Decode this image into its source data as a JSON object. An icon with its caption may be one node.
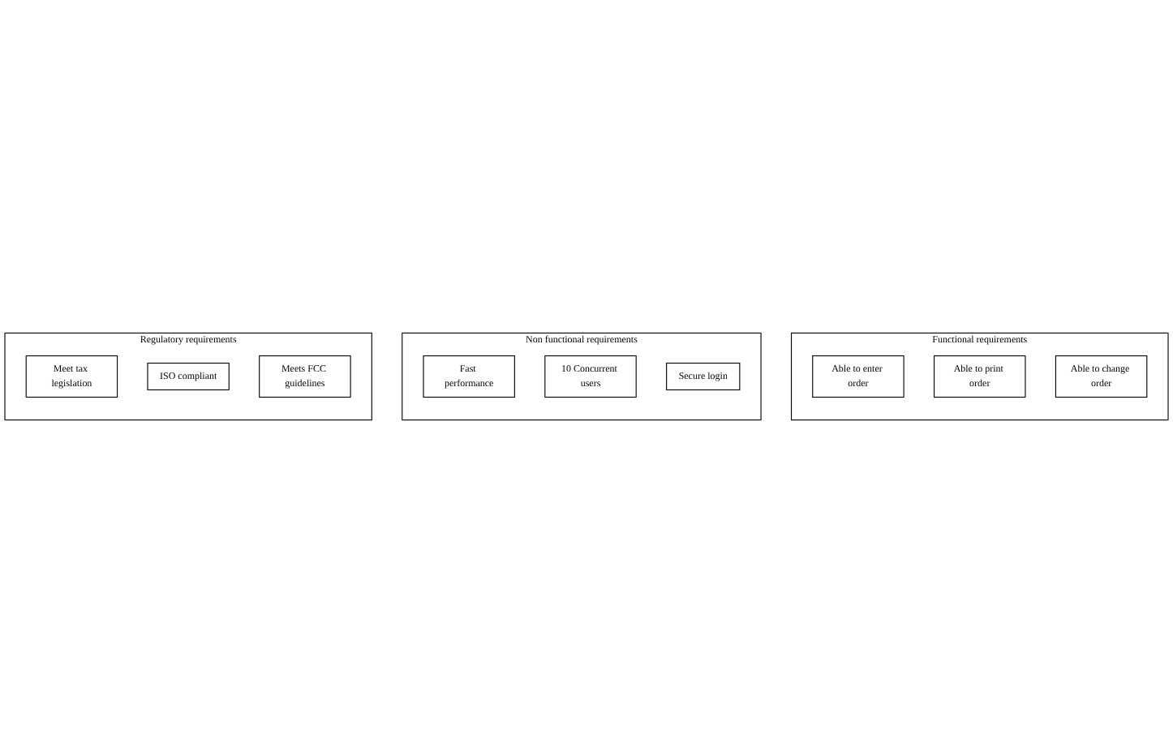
{
  "diagram": {
    "nodes": [
      {
        "text": [
          "Functional requirements"
        ]
      },
      {
        "text": [
          "Able to enter order"
        ],
        "in": 0
      },
      {
        "text": [
          "Able to print order"
        ],
        "in": 0
      },
      {
        "text": [
          "Able to change order"
        ],
        "in": 0
      },
      {
        "text": [
          "Non functional requirements"
        ]
      },
      {
        "text": [
          "Fast performance"
        ],
        "in": 4
      },
      {
        "text": [
          "10 Concurrent users"
        ],
        "in": 4
      },
      {
        "text": [
          "Secure login"
        ],
        "in": 4
      },
      {
        "text": [
          "Regulatory requirements"
        ]
      },
      {
        "text": [
          "Meet tax legislation"
        ],
        "in": 8
      },
      {
        "text": [
          "ISO compliant"
        ],
        "in": 8
      },
      {
        "text": [
          "Meets FCC guidelines"
        ],
        "in": 8
      }
    ]
  }
}
